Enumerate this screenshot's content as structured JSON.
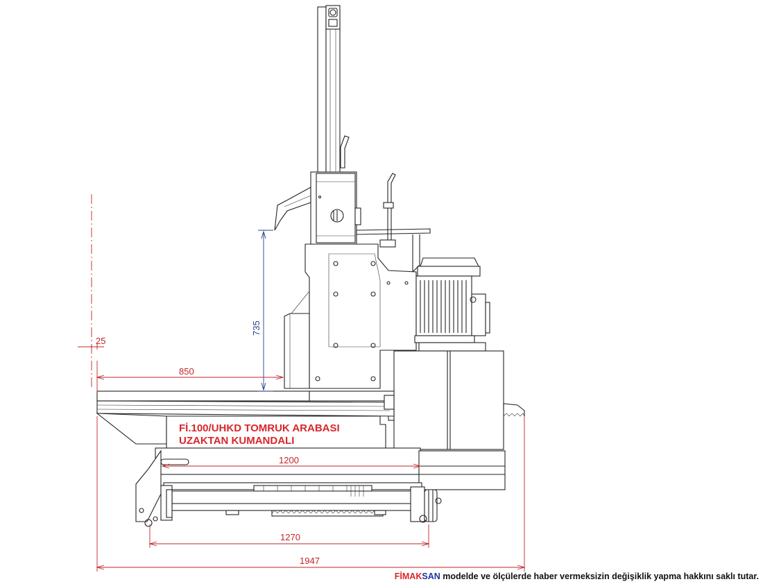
{
  "machine": {
    "title_line1": "Fİ.100/UHKD TOMRUK ARABASI",
    "title_line2": "UZAKTAN KUMANDALI"
  },
  "dimensions": {
    "d25": "25",
    "d735": "735",
    "d850": "850",
    "d1200": "1200",
    "d1270": "1270",
    "d1947": "1947"
  },
  "footer": {
    "brand_part1": "FİMAK",
    "brand_part2": "SAN",
    "text": " modelde ve ölçülerde haber vermeksizin değişiklik yapma hakkını saklı tutar."
  },
  "colors": {
    "dimension_red": "#c0262a",
    "dimension_blue": "#2b3f8f",
    "brand_red": "#d8262b",
    "brand_blue": "#2233a0"
  }
}
